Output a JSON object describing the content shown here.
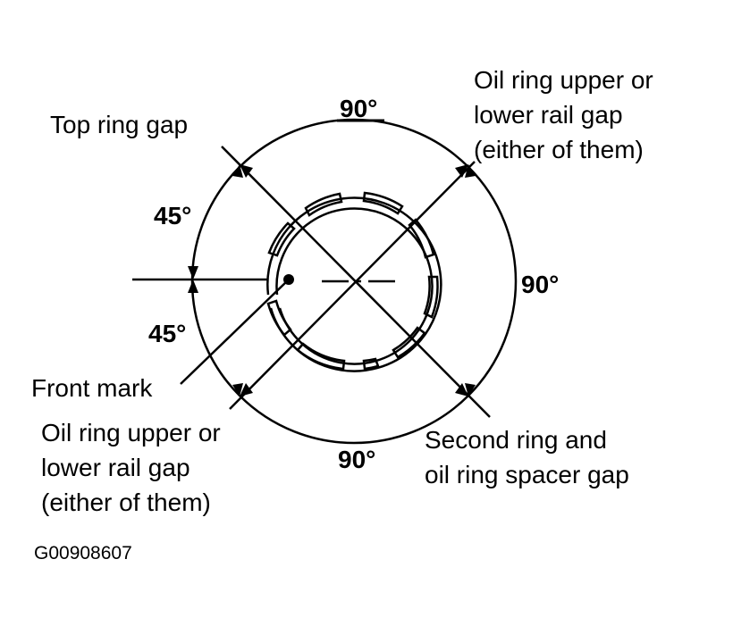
{
  "labels": {
    "top_ring_gap": "Top ring gap",
    "oil_ring_top": [
      "Oil ring upper or",
      "lower rail gap",
      "(either of them)"
    ],
    "oil_ring_bottom": [
      "Oil ring upper or",
      "lower rail gap",
      "(either of them)"
    ],
    "second_ring": [
      "Second ring and",
      "oil ring spacer gap"
    ],
    "front_mark": "Front mark"
  },
  "angles": {
    "top": "90°",
    "right": "90°",
    "bottom": "90°",
    "left_upper": "45°",
    "left_lower": "45°"
  },
  "figure_code": "G00908607"
}
